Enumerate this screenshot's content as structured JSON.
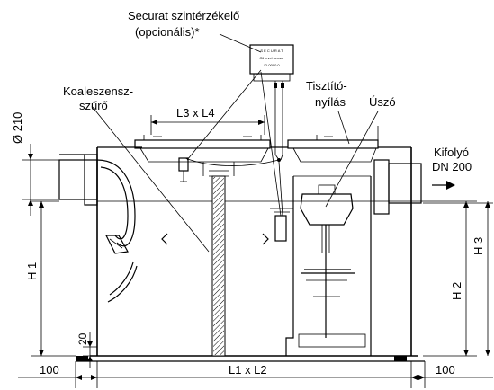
{
  "labels": {
    "sensor_line1": "Securat szintérzékelő",
    "sensor_line2": "(opcionális)*",
    "coalescer_line1": "Koaleszensz-",
    "coalescer_line2": "szűrő",
    "cleaning_line1": "Tisztító-",
    "cleaning_line2": "nyílás",
    "float": "Úszó",
    "outlet_line1": "Kifolyó",
    "outlet_line2": "DN 200"
  },
  "dimensions": {
    "cover": "L3 x L4",
    "diameter": "Ø 210",
    "h1": "H 1",
    "h2": "H 2",
    "h3": "H 3",
    "base": "20",
    "left_margin": "100",
    "right_margin": "100",
    "length": "L1 x L2"
  },
  "sensor_box_text": {
    "line1": "S E C U R A T",
    "line2": "Oil level sensor",
    "line3": "ID 0000 0"
  }
}
